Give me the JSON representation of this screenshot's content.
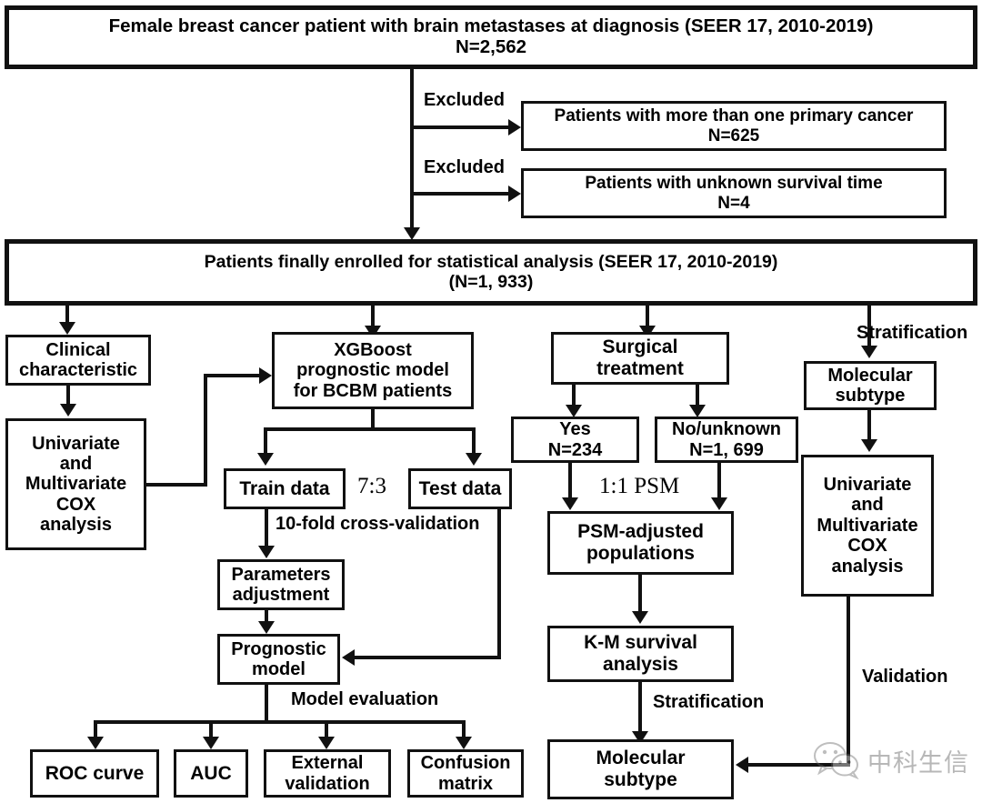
{
  "figure": {
    "type": "study-flowchart",
    "title_hidden": "Patient selection and analysis workflow"
  },
  "boxes": {
    "cohort_source": "Female breast cancer patient with brain metastases at diagnosis  (SEER 17, 2010-2019)\nN=2,562",
    "excluded_multiprimary": "Patients with more than one primary cancer\nN=625",
    "excluded_unknown_survival": "Patients with unknown survival time\nN=4",
    "enrolled": "Patients finally enrolled for statistical analysis (SEER 17, 2010-2019)\n(N=1, 933)",
    "clinical_characteristic": "Clinical\ncharacteristic",
    "cox_left": "Univariate\nand\nMultivariate\nCOX\nanalysis",
    "xgboost": "XGBoost\nprognostic model\nfor BCBM patients",
    "train_data": "Train data",
    "test_data": "Test data",
    "parameters_adjustment": "Parameters\nadjustment",
    "prognostic_model": "Prognostic\nmodel",
    "roc_curve": "ROC curve",
    "auc": "AUC",
    "external_validation": "External\nvalidation",
    "confusion_matrix": "Confusion\nmatrix",
    "surgical_treatment": "Surgical\ntreatment",
    "surgery_yes": "Yes\nN=234",
    "surgery_no": "No/unknown\nN=1, 699",
    "psm_adjusted": "PSM-adjusted\npopulations",
    "km_survival": "K-M survival\nanalysis",
    "molecular_subtype_bottom": "Molecular\nsubtype",
    "molecular_subtype_right": "Molecular\nsubtype",
    "cox_right": "Univariate\nand\nMultivariate\nCOX\nanalysis"
  },
  "edge_labels": {
    "excluded_1": "Excluded",
    "excluded_2": "Excluded",
    "stratification_right": "Stratification",
    "split_ratio": "7:3",
    "cross_validation": "10-fold cross-validation",
    "psm_ratio": "1:1 PSM",
    "model_evaluation": "Model evaluation",
    "stratification_bottom": "Stratification",
    "validation": "Validation"
  },
  "watermark": {
    "text": "中科生信",
    "logo": "wechat-icon"
  },
  "colors": {
    "stroke": "#111111",
    "background": "#ffffff",
    "text": "#000000",
    "watermark": "#555555"
  }
}
